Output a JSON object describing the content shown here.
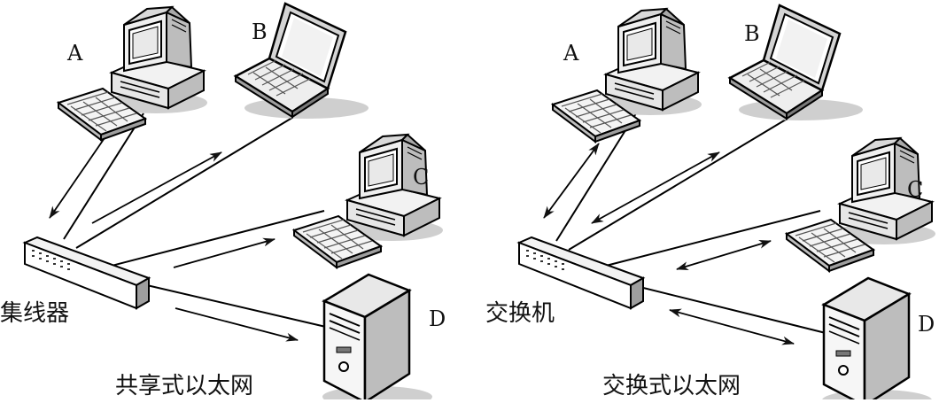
{
  "diagrams": [
    {
      "caption": "共享式以太网",
      "hub_label": "集线器",
      "nodes": {
        "a": "A",
        "b": "B",
        "c": "C",
        "d": "D"
      }
    },
    {
      "caption": "交换式以太网",
      "hub_label": "交换机",
      "nodes": {
        "a": "A",
        "b": "B",
        "c": "C",
        "d": "D"
      }
    }
  ]
}
